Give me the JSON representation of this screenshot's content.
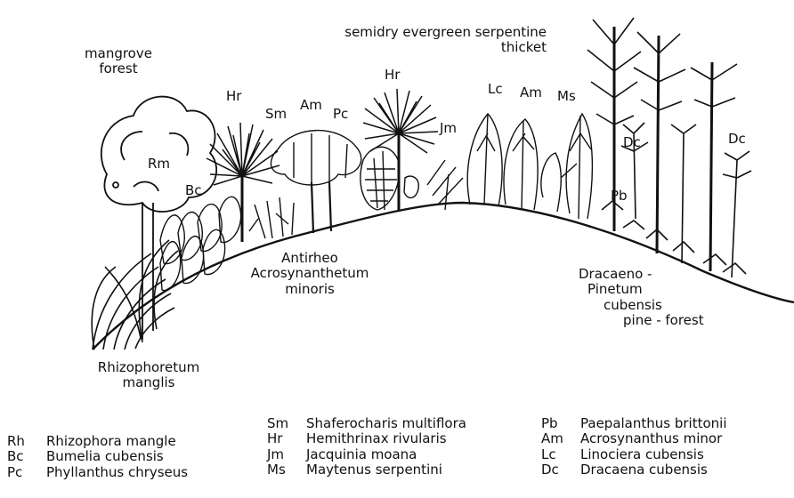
{
  "zones": {
    "mangrove": [
      "mangrove",
      "forest"
    ],
    "thicket": [
      "semidry evergreen serpentine",
      "thicket"
    ],
    "antirheo": [
      "Antirheo",
      "Acrosynanthetum",
      "minoris"
    ],
    "rhizophoretum": [
      "Rhizophoretum",
      "manglis"
    ],
    "dracaeno": [
      "Dracaeno -",
      "Pinetum",
      "cubensis",
      "pine - forest"
    ]
  },
  "plant_codes": [
    "Rm",
    "Bc",
    "Hr",
    "Sm",
    "Am",
    "Pc",
    "Hr",
    "Jm",
    "Lc",
    "Am",
    "Ms",
    "Dc",
    "Pb",
    "Dc"
  ],
  "legend": {
    "col1": [
      {
        "code": "Rh",
        "name": "Rhizophora mangle"
      },
      {
        "code": "Bc",
        "name": "Bumelia cubensis"
      },
      {
        "code": "Pc",
        "name": "Phyllanthus chryseus"
      }
    ],
    "col2": [
      {
        "code": "Sm",
        "name": "Shaferocharis multiflora"
      },
      {
        "code": "Hr",
        "name": "Hemithrinax rivularis"
      },
      {
        "code": "Jm",
        "name": "Jacquinia moana"
      },
      {
        "code": "Ms",
        "name": "Maytenus serpentini"
      }
    ],
    "col3": [
      {
        "code": "Pb",
        "name": "Paepalanthus brittonii"
      },
      {
        "code": "Am",
        "name": "Acrosynanthus minor"
      },
      {
        "code": "Lc",
        "name": "Linociera cubensis"
      },
      {
        "code": "Dc",
        "name": "Dracaena cubensis"
      }
    ]
  },
  "colors": {
    "ink": "#111111",
    "paper": "#ffffff"
  }
}
